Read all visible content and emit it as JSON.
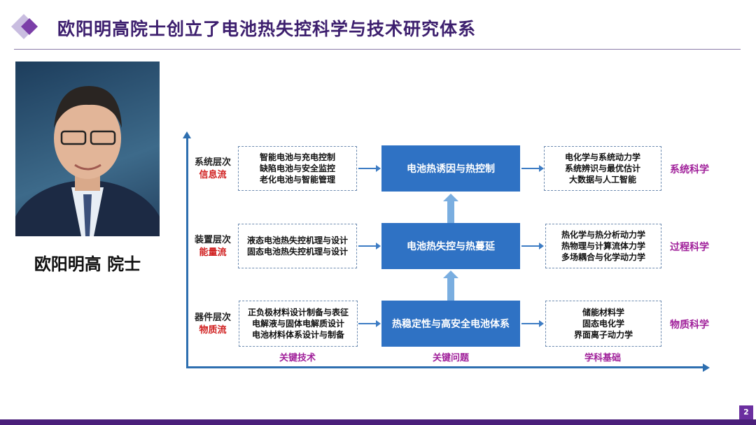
{
  "title": "欧阳明高院士创立了电池热失控科学与技术研究体系",
  "person": {
    "name": "欧阳明高 院士"
  },
  "rows": [
    {
      "level": "系统层次",
      "flow": "信息流",
      "tech": [
        "智能电池与充电控制",
        "缺陷电池与安全监控",
        "老化电池与智能管理"
      ],
      "problem": "电池热诱因与热控制",
      "basis": [
        "电化学与系统动力学",
        "系统辨识与最优估计",
        "大数据与人工智能"
      ],
      "science": "系统科学"
    },
    {
      "level": "装置层次",
      "flow": "能量流",
      "tech": [
        "液态电池热失控机理与设计",
        "固态电池热失控机理与设计"
      ],
      "problem": "电池热失控与热蔓延",
      "basis": [
        "热化学与热分析动力学",
        "热物理与计算流体力学",
        "多场耦合与化学动力学"
      ],
      "science": "过程科学"
    },
    {
      "level": "器件层次",
      "flow": "物质流",
      "tech": [
        "正负极材料设计制备与表征",
        "电解液与固体电解质设计",
        "电池材料体系设计与制备"
      ],
      "problem": "热稳定性与高安全电池体系",
      "basis": [
        "储能材料学",
        "固态电化学",
        "界面离子动力学"
      ],
      "science": "物质科学"
    }
  ],
  "footer": {
    "tech": "关键技术",
    "problem": "关键问题",
    "basis": "学科基础"
  },
  "page_number": "2"
}
